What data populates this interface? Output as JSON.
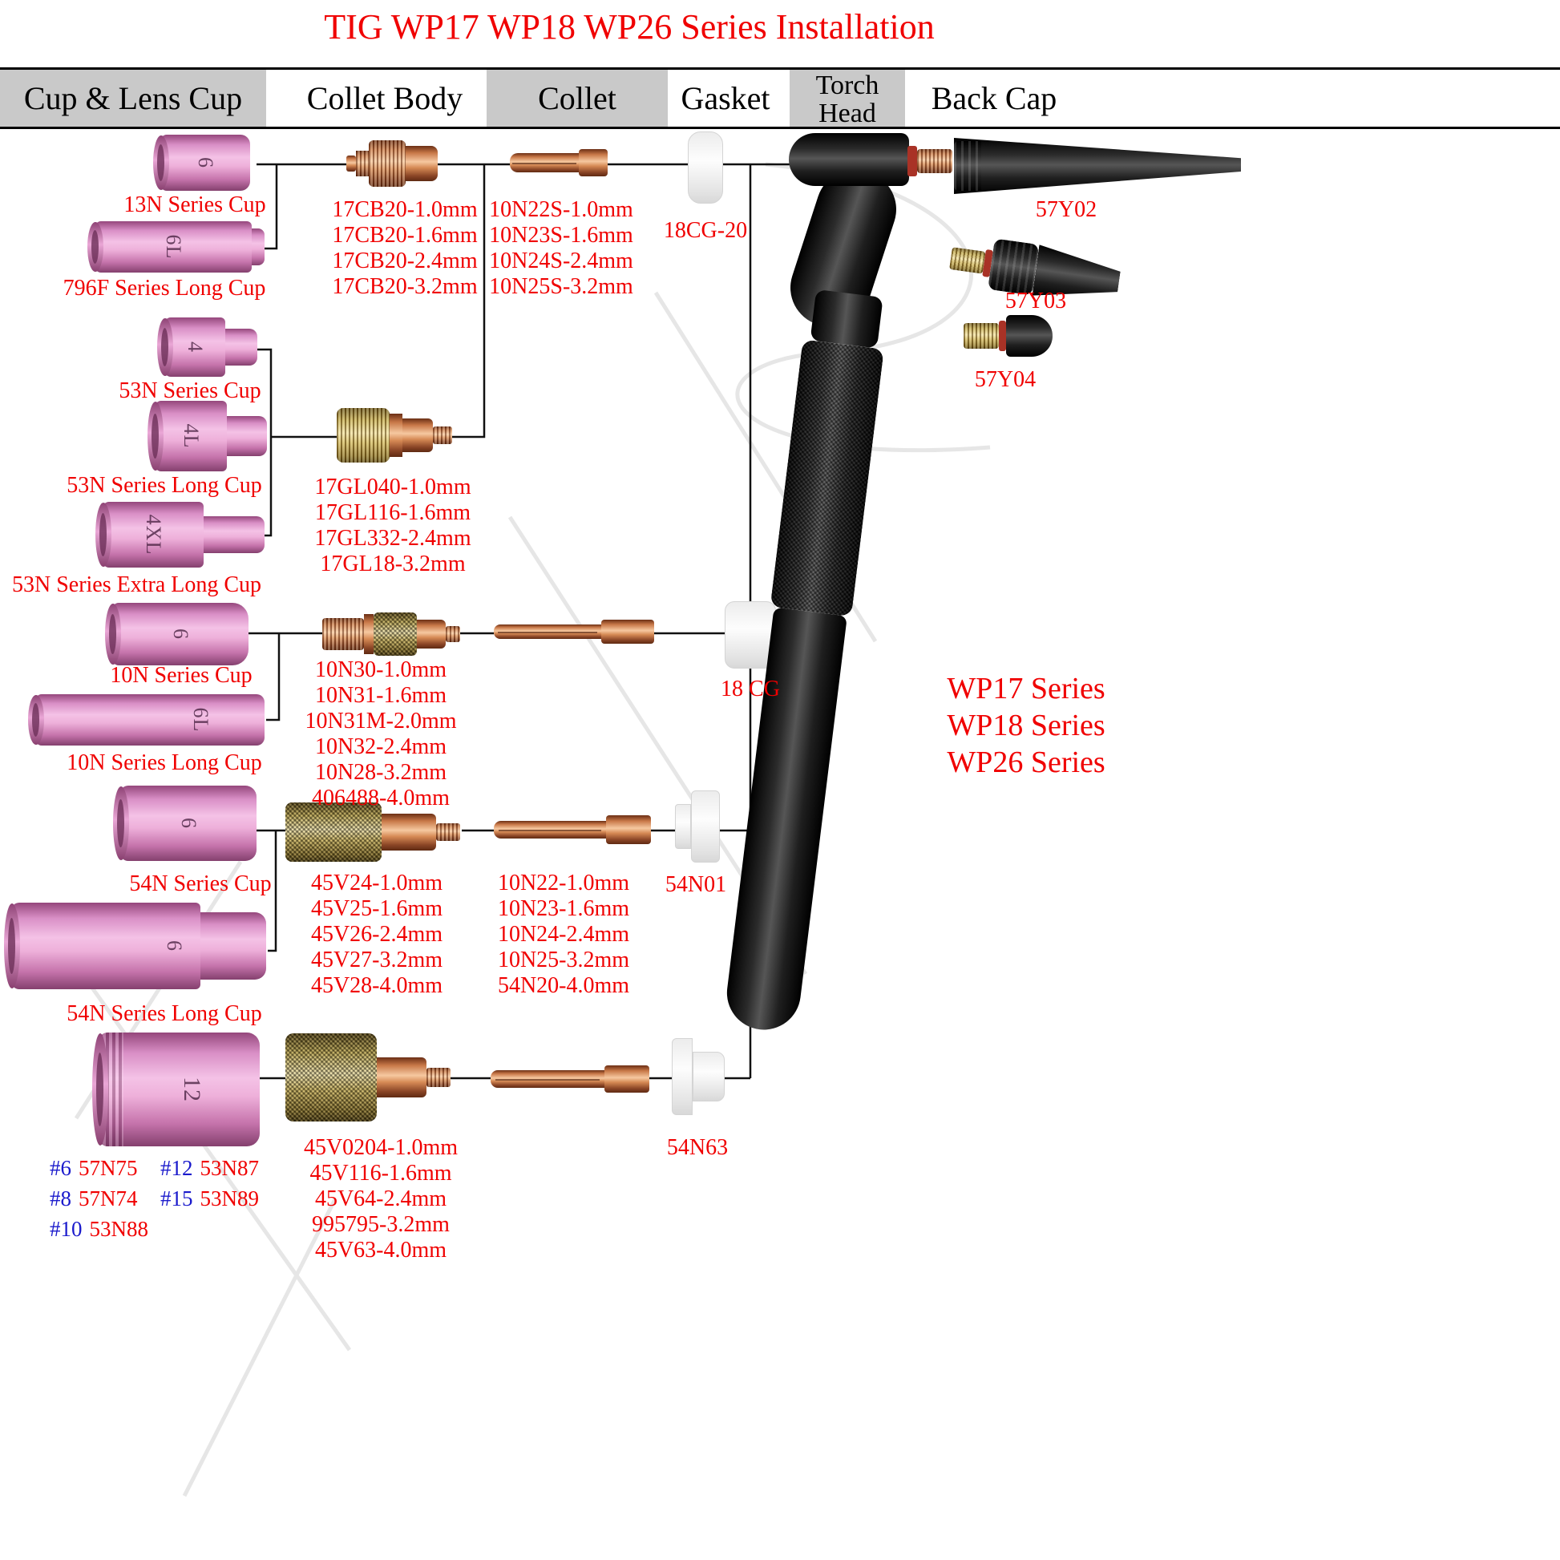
{
  "colors": {
    "accent_red": "#f00000",
    "code_blue": "#1a1acc",
    "header_gray": "#c9c9c9"
  },
  "title": "TIG WP17 WP18 WP26 Series Installation",
  "columns": {
    "cup": "Cup & Lens Cup",
    "collet_body": "Collet Body",
    "collet": "Collet",
    "gasket": "Gasket",
    "torch1": "Torch",
    "torch2": "Head",
    "back_cap": "Back Cap"
  },
  "cups": [
    {
      "size": "6",
      "label": "13N Series Cup"
    },
    {
      "size": "6L",
      "label": "796F Series Long Cup"
    },
    {
      "size": "4",
      "label": "53N Series Cup"
    },
    {
      "size": "4L",
      "label": "53N Series Long Cup"
    },
    {
      "size": "4XL",
      "label": "53N Series Extra Long Cup"
    },
    {
      "size": "6",
      "label": "10N Series Cup"
    },
    {
      "size": "6L",
      "label": "10N Series Long Cup"
    },
    {
      "size": "6",
      "label": "54N Series Cup"
    },
    {
      "size": "6",
      "label": "54N Series Long Cup"
    },
    {
      "size": "12"
    }
  ],
  "cup_codes": [
    {
      "num": "#6",
      "part": "57N75"
    },
    {
      "num": "#8",
      "part": "57N74"
    },
    {
      "num": "#10",
      "part": "53N88"
    },
    {
      "num": "#12",
      "part": "53N87"
    },
    {
      "num": "#15",
      "part": "53N89"
    }
  ],
  "collet_bodies": [
    {
      "lines": [
        "17CB20-1.0mm",
        "17CB20-1.6mm",
        "17CB20-2.4mm",
        "17CB20-3.2mm"
      ]
    },
    {
      "lines": [
        "17GL040-1.0mm",
        "17GL116-1.6mm",
        "17GL332-2.4mm",
        "17GL18-3.2mm"
      ]
    },
    {
      "lines": [
        "10N30-1.0mm",
        "10N31-1.6mm",
        "10N31M-2.0mm",
        "10N32-2.4mm",
        "10N28-3.2mm",
        "406488-4.0mm"
      ]
    },
    {
      "lines": [
        "45V24-1.0mm",
        "45V25-1.6mm",
        "45V26-2.4mm",
        "45V27-3.2mm",
        "45V28-4.0mm"
      ]
    },
    {
      "lines": [
        "45V0204-1.0mm",
        "45V116-1.6mm",
        "45V64-2.4mm",
        "995795-3.2mm",
        "45V63-4.0mm"
      ]
    }
  ],
  "collets": [
    {
      "lines": [
        "10N22S-1.0mm",
        "10N23S-1.6mm",
        "10N24S-2.4mm",
        "10N25S-3.2mm"
      ]
    },
    {
      "lines": [
        "10N22-1.0mm",
        "10N23-1.6mm",
        "10N24-2.4mm",
        "10N25-3.2mm",
        "54N20-4.0mm"
      ]
    }
  ],
  "gaskets": [
    {
      "label": "18CG-20"
    },
    {
      "label": "18 CG"
    },
    {
      "label": "54N01"
    },
    {
      "label": "54N63"
    }
  ],
  "torch": {
    "series": [
      "WP17 Series",
      "WP18 Series",
      "WP26 Series"
    ]
  },
  "back_caps": [
    {
      "label": "57Y02"
    },
    {
      "label": "57Y03"
    },
    {
      "label": "57Y04"
    }
  ]
}
